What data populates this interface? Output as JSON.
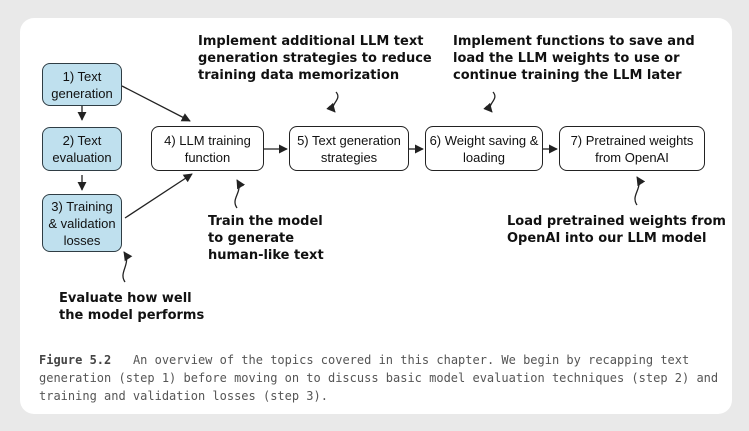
{
  "boxes": {
    "text_generation": "1) Text\ngeneration",
    "text_evaluation": "2) Text\nevaluation",
    "training_losses": "3) Training\n& validation\nlosses",
    "llm_training_function": "4) LLM training\nfunction",
    "text_generation_strategies": "5) Text generation\nstrategies",
    "weight_saving_loading": "6) Weight saving &\nloading",
    "pretrained_weights": "7) Pretrained weights\nfrom OpenAI"
  },
  "notes": {
    "strategies_note": "Implement additional LLM text\ngeneration strategies to reduce\ntraining data memorization",
    "weights_note": "Implement functions to save and\nload the LLM weights to use or\ncontinue training the LLM later",
    "train_note": "Train the model\nto generate\nhuman-like text",
    "evaluate_note": "Evaluate how well\nthe model performs",
    "pretrained_note": "Load pretrained weights from\nOpenAI into our LLM model"
  },
  "caption": {
    "label": "Figure 5.2",
    "text": "An overview of the topics covered in this chapter. We begin by recapping text generation (step 1) before moving on to discuss basic model evaluation techniques (step 2) and training and validation losses (step 3)."
  },
  "colors": {
    "box_highlight": "#bfe0ee",
    "stroke": "#222222",
    "background": "#e9e9e9",
    "card": "#ffffff"
  }
}
